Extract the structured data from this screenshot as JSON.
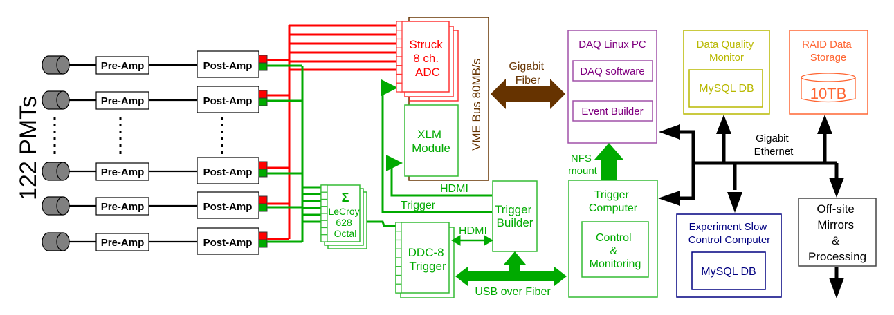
{
  "diagram": {
    "type": "block-diagram",
    "title": "Data acquisition system"
  },
  "colors": {
    "black": "#000000",
    "pmt_gray": "#808080",
    "red": "#ff0000",
    "green": "#00aa00",
    "light_green": "#33bb33",
    "brown": "#663300",
    "purple": "#800080",
    "purple_border": "#a050a8",
    "olive": "#b8b800",
    "orange": "#ff6633",
    "navy": "#000080",
    "gray_border": "#444444"
  },
  "pmt_column": {
    "label": "122 PMTs",
    "preamp_label": "Pre-Amp",
    "postamp_label": "Post-Amp",
    "rows_shown": 5,
    "ellipsis": "⋮"
  },
  "modules": {
    "struck_adc": [
      "Struck",
      "8 ch.",
      "ADC"
    ],
    "xlm": [
      "XLM",
      "Module"
    ],
    "vme_bus": "VME Bus 80MB/s",
    "lecroy": {
      "sigma": "Σ",
      "lines": [
        "LeCroy",
        "628",
        "Octal"
      ]
    },
    "ddc8": [
      "DDC-8",
      "Trigger"
    ],
    "trigger_builder": [
      "Trigger",
      "Builder"
    ],
    "daq_pc": {
      "title": "DAQ Linux PC",
      "sub1": "DAQ software",
      "sub2": "Event Builder"
    },
    "dqm": {
      "title": [
        "Data Quality",
        "Monitor"
      ],
      "db": "MySQL DB"
    },
    "raid": {
      "title": [
        "RAID Data",
        "Storage"
      ],
      "capacity": "10TB"
    },
    "trigger_computer": {
      "title": [
        "Trigger",
        "Computer"
      ],
      "sub": [
        "Control",
        "&",
        "Monitoring"
      ]
    },
    "slow_control": {
      "title": [
        "Experiment Slow",
        "Control Computer"
      ],
      "db": "MySQL DB"
    },
    "offsite": [
      "Off-site",
      "Mirrors",
      "&",
      "Processing"
    ]
  },
  "links": {
    "gigabit_fiber": [
      "Gigabit",
      "Fiber"
    ],
    "gigabit_ethernet": [
      "Gigabit",
      "Ethernet"
    ],
    "nfs_mount": [
      "NFS",
      "mount"
    ],
    "hdmi_top": "HDMI",
    "trigger": "Trigger",
    "hdmi_ddc": "HDMI",
    "usb_fiber": "USB over Fiber"
  }
}
